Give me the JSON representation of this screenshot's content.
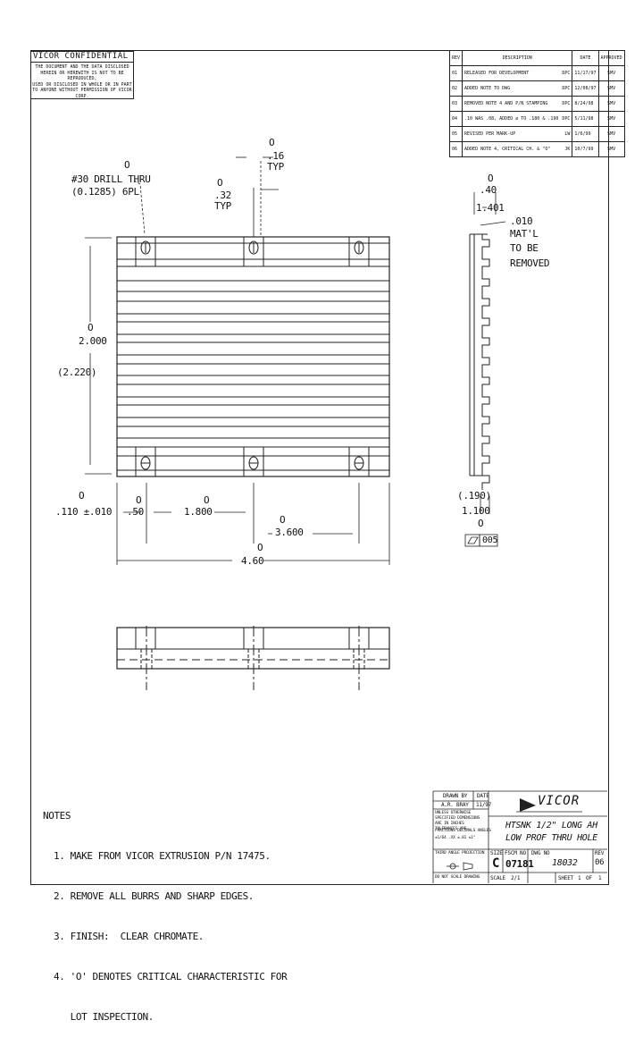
{
  "confidential": {
    "header": "VICOR    CONFIDENTIAL",
    "lines": [
      "THE DOCUMENT AND THE DATA DISCLOSED",
      "HEREIN OR HEREWITH IS NOT TO BE REPRODUCED,",
      "USED OR DISCLOSED IN WHOLE OR IN PART",
      "TO ANYONE WITHOUT PERMISSION OF VICOR CORP."
    ]
  },
  "revisions": {
    "headers": [
      "REV",
      "DESCRIPTION",
      "DATE",
      "APPROVED"
    ],
    "rows": [
      {
        "rev": "01",
        "desc": "RELEASED FOR DEVELOPMENT",
        "by": "DPC",
        "date": "11/17/97",
        "approved": "SMV"
      },
      {
        "rev": "02",
        "desc": "ADDED NOTE TO DWG",
        "by": "DPC",
        "date": "12/08/97",
        "approved": "SMV"
      },
      {
        "rev": "03",
        "desc": "REMOVED NOTE 4 AND P/N STAMPING",
        "by": "DPC",
        "date": "8/24/98",
        "approved": "SMV"
      },
      {
        "rev": "04",
        "desc": ".10 WAS .08, ADDED ∅ TO .180 & .190",
        "by": "DPC",
        "date": "5/11/98",
        "approved": "SMV"
      },
      {
        "rev": "05",
        "desc": "REVISED PER MARK-UP",
        "by": "LW",
        "date": "1/6/99",
        "approved": "SMV"
      },
      {
        "rev": "06",
        "desc": "ADDED NOTE 4, CRITICAL CH. & \"O\"",
        "by": "JK",
        "date": "10/7/99",
        "approved": "SMV"
      }
    ]
  },
  "dims": {
    "drill": "#30 DRILL THRU",
    "drill2": "(0.1285) 6PL",
    "d_16": ".16",
    "typ": "TYP",
    "d_32": ".32",
    "typ2": "TYP",
    "d_2000": "2.000",
    "d_2220": "(2.220)",
    "d_110": ".110 ±.010",
    "d_50": ".50",
    "d_1800": "1.800",
    "d_3600": "3.600",
    "d_460": "4.60",
    "d_40": ".40",
    "d_1401": "1.401",
    "d_010": ".010",
    "matl1": "MAT'L",
    "matl2": "TO BE",
    "matl3": "REMOVED",
    "d_190": "(.190)",
    "d_1100": "1.100",
    "flat": "005",
    "crit": "O"
  },
  "notes": {
    "title": "NOTES",
    "items": [
      "1. MAKE FROM VICOR EXTRUSION P/N 17475.",
      "2. REMOVE ALL BURRS AND SHARP EDGES.",
      "3. FINISH:  CLEAR CHROMATE.",
      "4. 'O' DENOTES CRITICAL CHARACTERISTIC FOR",
      "   LOT INSPECTION."
    ]
  },
  "titleblock": {
    "drawn_label": "DRAWN BY",
    "date_label": "DATE",
    "drawn": "A.R. BRAY",
    "drawn_date": "11/97",
    "tol_text": "UNLESS OTHERWISE SPECIFIED DIMENSIONS ARE IN INCHES TOLERANCES ARE",
    "tol2": "FRACTIONS  DECIMALS  ANGLES",
    "tol3": "±1/64   .XX ±.01   ±1°",
    "proj": "THIRD ANGLE PROJECTION",
    "noscale": "DO NOT SCALE DRAWING",
    "company": "VICOR",
    "title1": "HTSNK 1/2\" LONG AH",
    "title2": "LOW PROF THRU HOLE",
    "size_label": "SIZE",
    "size": "C",
    "fscm_label": "FSCM NO",
    "fscm": "07181",
    "dwg_label": "DWG NO",
    "dwg": "18032",
    "rev_label": "REV",
    "rev": "06",
    "scale_label": "SCALE",
    "scale": "2/1",
    "sheet_label": "SHEET",
    "sheet": "1",
    "of_label": "OF",
    "of": "1"
  }
}
